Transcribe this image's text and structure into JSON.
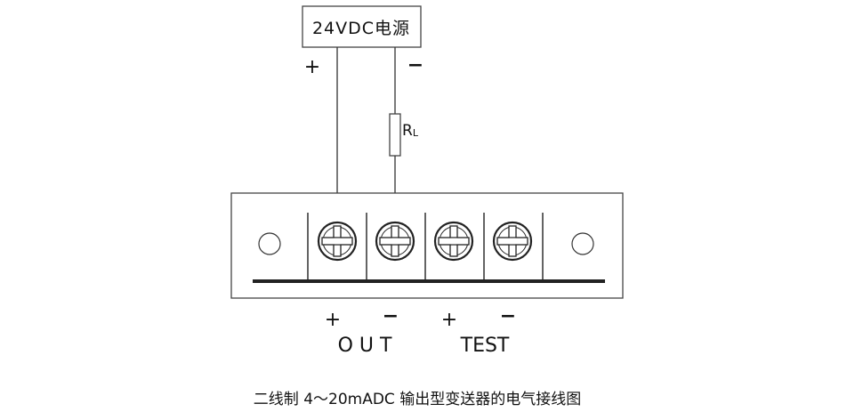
{
  "power_supply": {
    "label": "24VDC电源",
    "positive": "+",
    "negative": "−"
  },
  "load_resistor": {
    "symbol": "R",
    "subscript": "L"
  },
  "terminals": [
    {
      "polarity": "+",
      "screw_icon": "screw-terminal-icon"
    },
    {
      "polarity": "−",
      "screw_icon": "screw-terminal-icon"
    },
    {
      "polarity": "+",
      "screw_icon": "screw-terminal-icon"
    },
    {
      "polarity": "−",
      "screw_icon": "screw-terminal-icon"
    }
  ],
  "terminal_groups": {
    "out": "O U T",
    "test": "TEST"
  },
  "mounting_hole_icon": "mounting-hole-icon",
  "caption": "二线制 4～20mADC  输出型变送器的电气接线图"
}
